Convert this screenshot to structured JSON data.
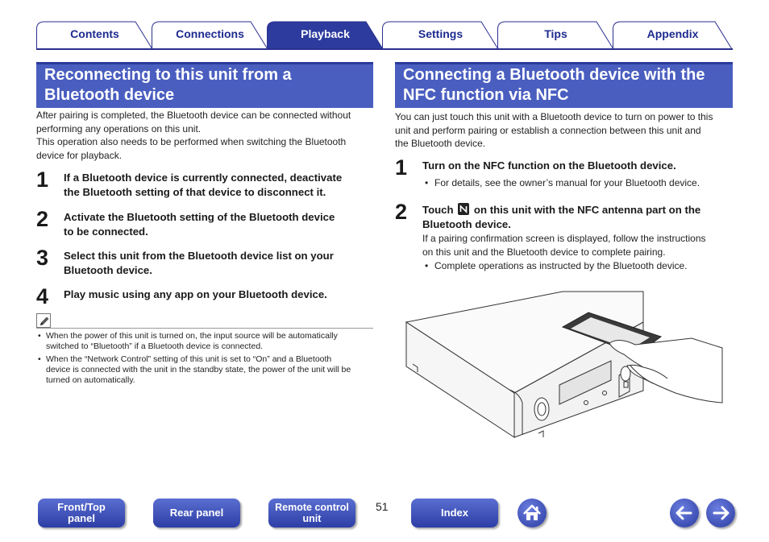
{
  "tabs": [
    {
      "label": "Contents",
      "active": false
    },
    {
      "label": "Connections",
      "active": false
    },
    {
      "label": "Playback",
      "active": true
    },
    {
      "label": "Settings",
      "active": false
    },
    {
      "label": "Tips",
      "active": false
    },
    {
      "label": "Appendix",
      "active": false
    }
  ],
  "left": {
    "title_line1": "Reconnecting to this unit from a",
    "title_line2": "Bluetooth device",
    "intro1_line1": "After pairing is completed, the Bluetooth device can be connected without",
    "intro1_line2": "performing any operations on this unit.",
    "intro2_line1": "This operation also needs to be performed when switching the Bluetooth",
    "intro2_line2": "device for playback.",
    "steps": [
      {
        "num": "1",
        "line1": "If a Bluetooth device is currently connected, deactivate",
        "line2": "the Bluetooth setting of that device to disconnect it."
      },
      {
        "num": "2",
        "line1": "Activate the Bluetooth setting of the Bluetooth device",
        "line2": "to be connected."
      },
      {
        "num": "3",
        "line1": "Select this unit from the Bluetooth device list on your",
        "line2": "Bluetooth device."
      },
      {
        "num": "4",
        "line1": "Play music using any app on your Bluetooth device.",
        "line2": ""
      }
    ],
    "notes": [
      {
        "line1": "When the power of this unit is turned on, the input source will be automatically",
        "line2": "switched to “Bluetooth” if a Bluetooth device is connected.",
        "line3": ""
      },
      {
        "line1": "When the “Network Control” setting of this unit is set to “On” and a Bluetooth",
        "line2": "device is connected with the unit in the standby state, the power of the unit will be",
        "line3": "turned on automatically."
      }
    ]
  },
  "right": {
    "title_line1": "Connecting a Bluetooth device with the",
    "title_line2": "NFC function via NFC",
    "intro_line1": "You can just touch this unit with a Bluetooth device to turn on power to this",
    "intro_line2": "unit and perform pairing or establish a connection between this unit and",
    "intro_line3": "the Bluetooth device.",
    "step1_num": "1",
    "step1_text": "Turn on the NFC function on the Bluetooth device.",
    "step1_bullet": "For details, see the owner’s manual for your Bluetooth device.",
    "step2_num": "2",
    "step2_pre": "Touch",
    "step2_post": "on this unit with the NFC antenna part on the",
    "step2_line2": "Bluetooth device.",
    "step2_para_line1": "If a pairing confirmation screen is displayed, follow the instructions",
    "step2_para_line2": "on this unit and the Bluetooth device to complete pairing.",
    "step2_bullet": "Complete operations as instructed by the Bluetooth device."
  },
  "bottom_nav": {
    "front_top_line1": "Front/Top",
    "front_top_line2": "panel",
    "rear_panel": "Rear panel",
    "remote_line1": "Remote control",
    "remote_line2": "unit",
    "page_number": "51",
    "index": "Index"
  },
  "icons": {
    "home": "home-icon",
    "back": "arrow-left-icon",
    "forward": "arrow-right-icon",
    "note": "pencil-icon",
    "nfc": "nfc-mark-icon"
  },
  "colors": {
    "header_bg": "#4a5ec0",
    "tab_text": "#1d2b8f",
    "nav_button": "#3a4cb8"
  }
}
